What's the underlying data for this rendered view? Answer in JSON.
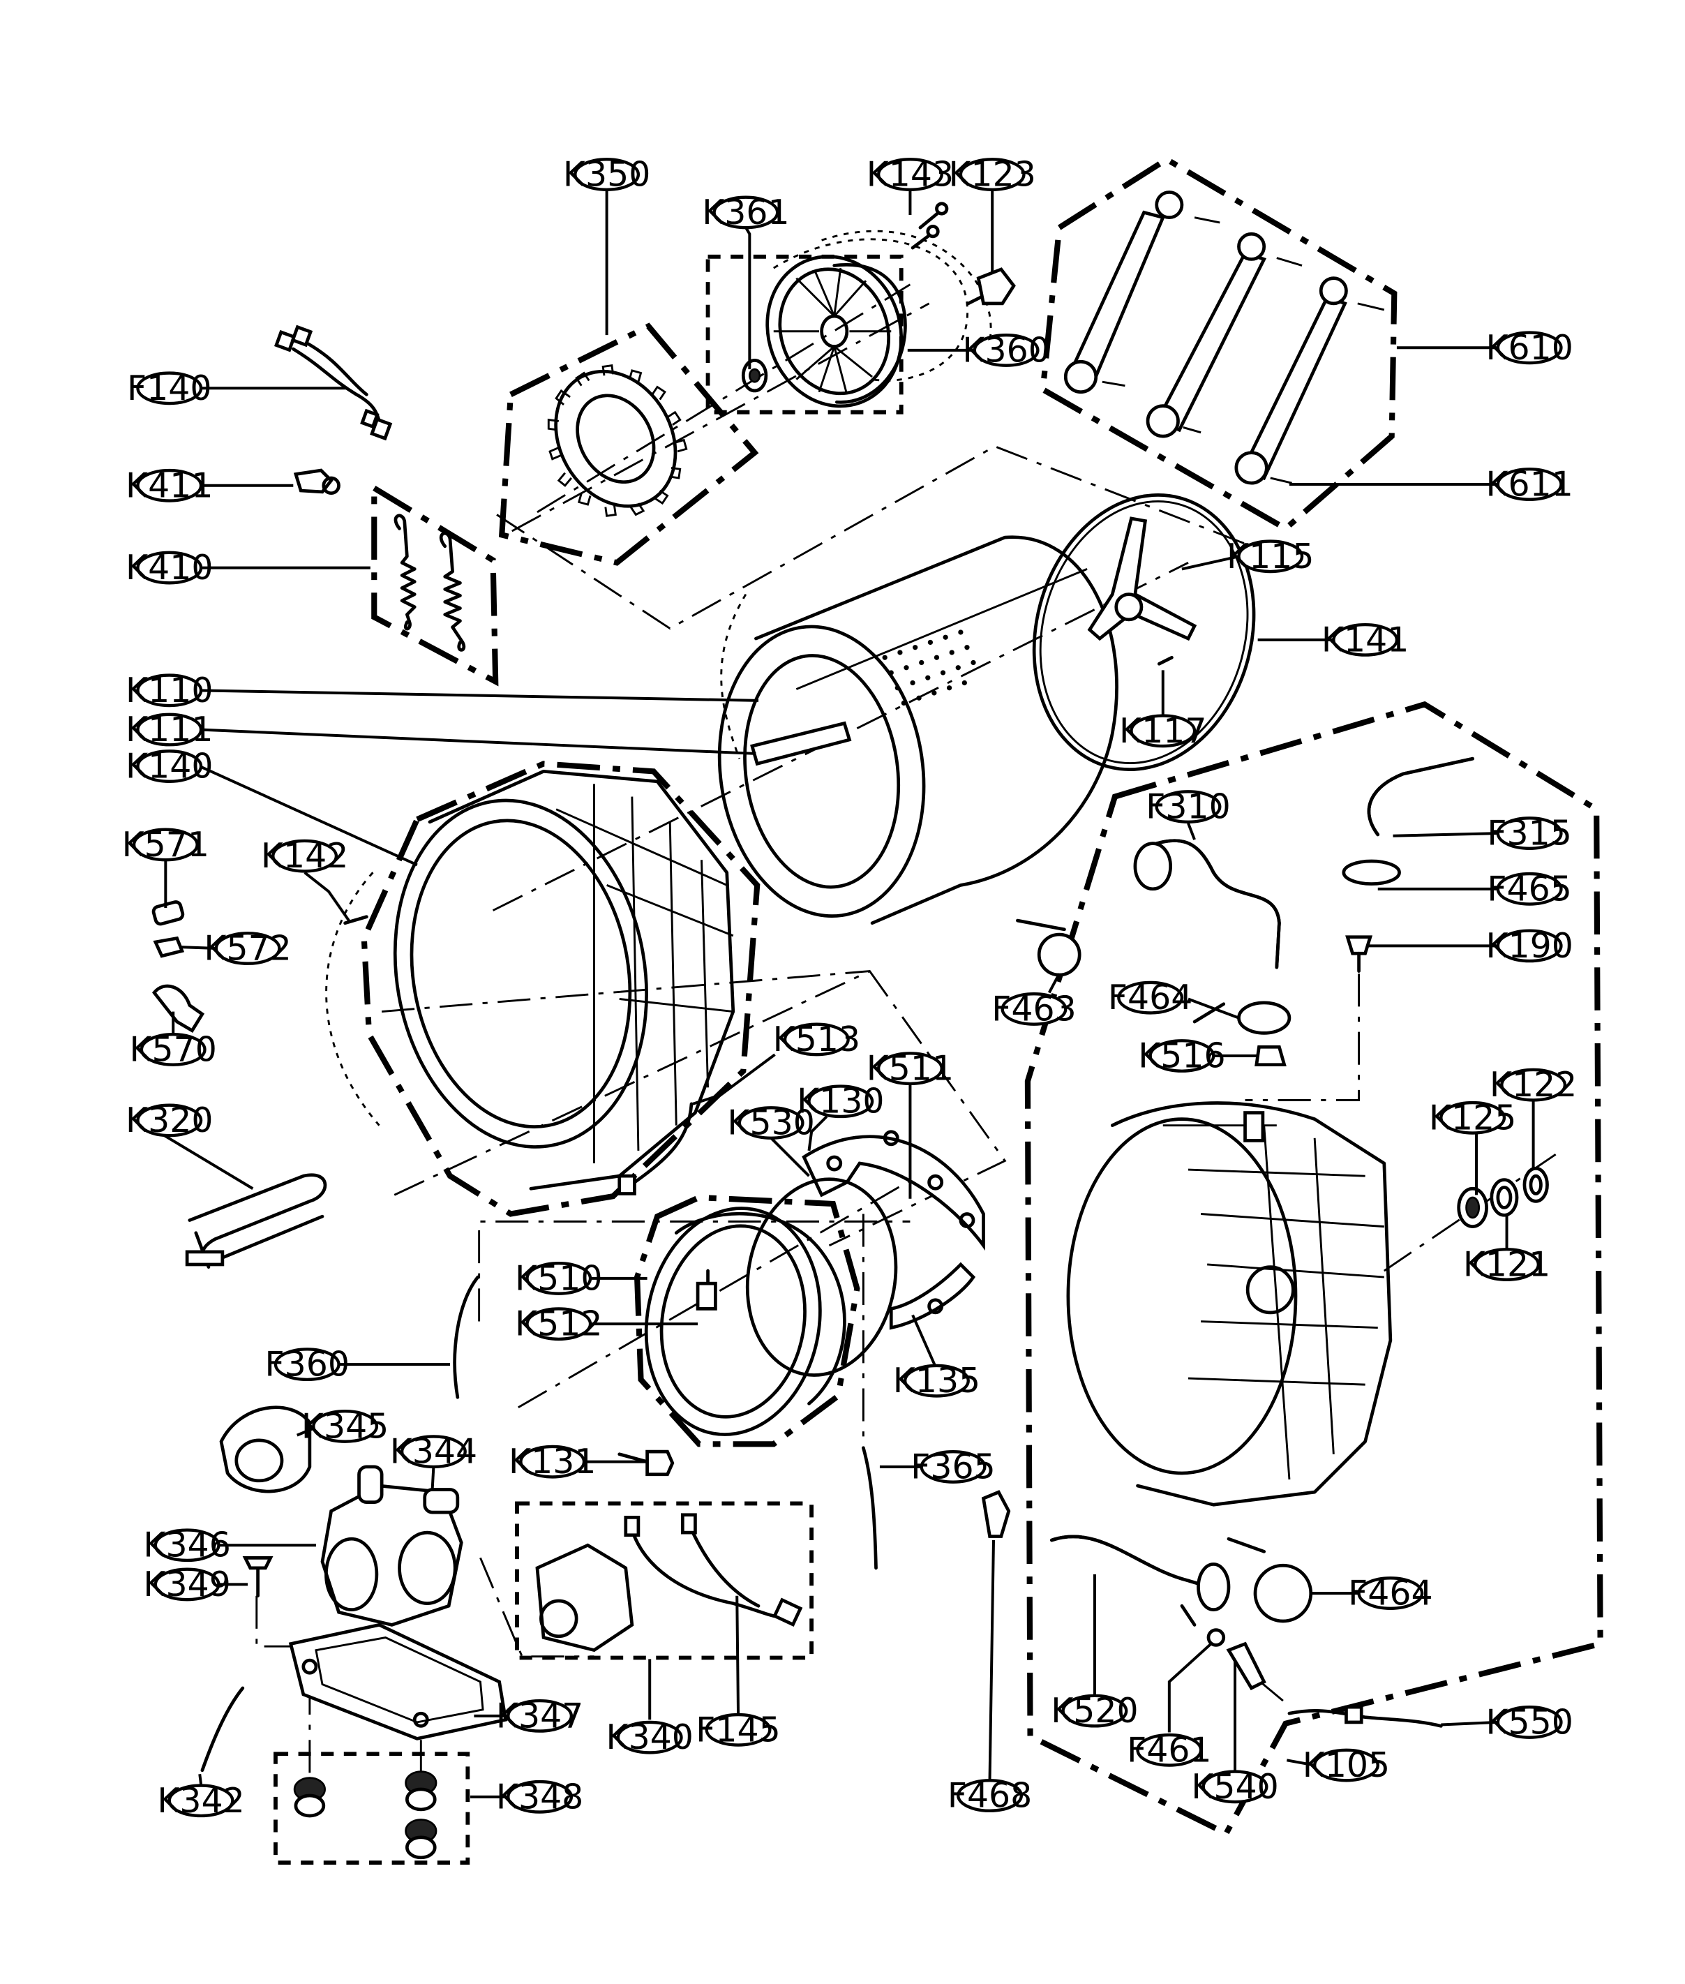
{
  "callouts": {
    "K350": "K350",
    "K361": "K361",
    "K143": "K143",
    "K123": "K123",
    "K360": "K360",
    "K610": "K610",
    "K611": "K611",
    "F140": "F140",
    "K411": "K411",
    "K410": "K410",
    "K115": "K115",
    "K141": "K141",
    "K117": "K117",
    "K110": "K110",
    "K111": "K111",
    "K140": "K140",
    "K571": "K571",
    "K142": "K142",
    "K572": "K572",
    "K570": "K570",
    "F310": "F310",
    "F315": "F315",
    "F465": "F465",
    "K190": "K190",
    "F463": "F463",
    "F464a": "F464",
    "K516": "K516",
    "K513": "K513",
    "K511": "K511",
    "K130": "K130",
    "K530": "K530",
    "K320": "K320",
    "K510": "K510",
    "K512": "K512",
    "F360": "F360",
    "K135": "K135",
    "K125": "K125",
    "K122": "K122",
    "K121": "K121",
    "K345": "K345",
    "K344": "K344",
    "K131": "K131",
    "F365": "F365",
    "K346": "K346",
    "K349": "K349",
    "F464b": "F464",
    "K347": "K347",
    "K340": "K340",
    "F145": "F145",
    "K342": "K342",
    "K348": "K348",
    "F468": "F468",
    "K520": "K520",
    "F461": "F461",
    "K540": "K540",
    "K105": "K105",
    "K550": "K550"
  }
}
